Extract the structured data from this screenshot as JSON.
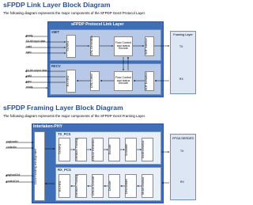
{
  "link": {
    "title": "sFPDP Link Layer Block Diagram",
    "caption": "The following diagram represents the major components of the SFPDP Gen3 Protocol Layer.",
    "panel_title": "sFPDP Protocol Link Layer",
    "xmit": {
      "label": "XMIT",
      "fifo": "TX FIFO",
      "crc": "CRC Generation",
      "control": "Flow Control and status Encode",
      "sof": "SOF Insertion"
    },
    "recv": {
      "label": "RECV",
      "fifo": "RX FIFO",
      "crc": "CRC Check",
      "control": "Flow Control and status Decode",
      "sof": "SOF Extraction"
    },
    "tx_signals": [
      "ready",
      "64-bit input data",
      "valid",
      "sync"
    ],
    "rx_signals": [
      "64-bit output data",
      "valid",
      "sync",
      "ready"
    ],
    "framing": {
      "title": "Framing Layer",
      "tx": "TX",
      "rx": "RX"
    }
  },
  "framing": {
    "title": "sFPDP Framing Layer Block Diagram",
    "caption": "The following diagram represents the major components of the SFPDP Gen3 Framing Layer.",
    "panel_title": "Interlaken-PHY",
    "tx_pcs": {
      "label": "TX_PCS",
      "blocks": [
        "TX FIFO",
        "Interlaken Framing",
        "CRC32 Generator",
        "Encoder",
        "Scrambler",
        "64:66 Gearbox"
      ]
    },
    "rx_pcs": {
      "label": "RX_PCS",
      "blocks": [
        "RX FIFO",
        "Interlaken Framing",
        "CRC32 Checker",
        "Decoder",
        "Descrambler",
        "66:64 Gearbox"
      ]
    },
    "clock_block": "Clock Handling and Alignment",
    "left_signals_top": [
      "payloadin",
      "controlin"
    ],
    "left_signals_bottom": [
      "payloadOut",
      "controlOut"
    ],
    "serdes": {
      "title": "FPGA SERDES",
      "tx": "TX",
      "rx": "RX"
    }
  },
  "colors": {
    "heading": "#2a4f8f",
    "panel": "#3f6fb6",
    "subpanel": "#b7c9e6"
  }
}
